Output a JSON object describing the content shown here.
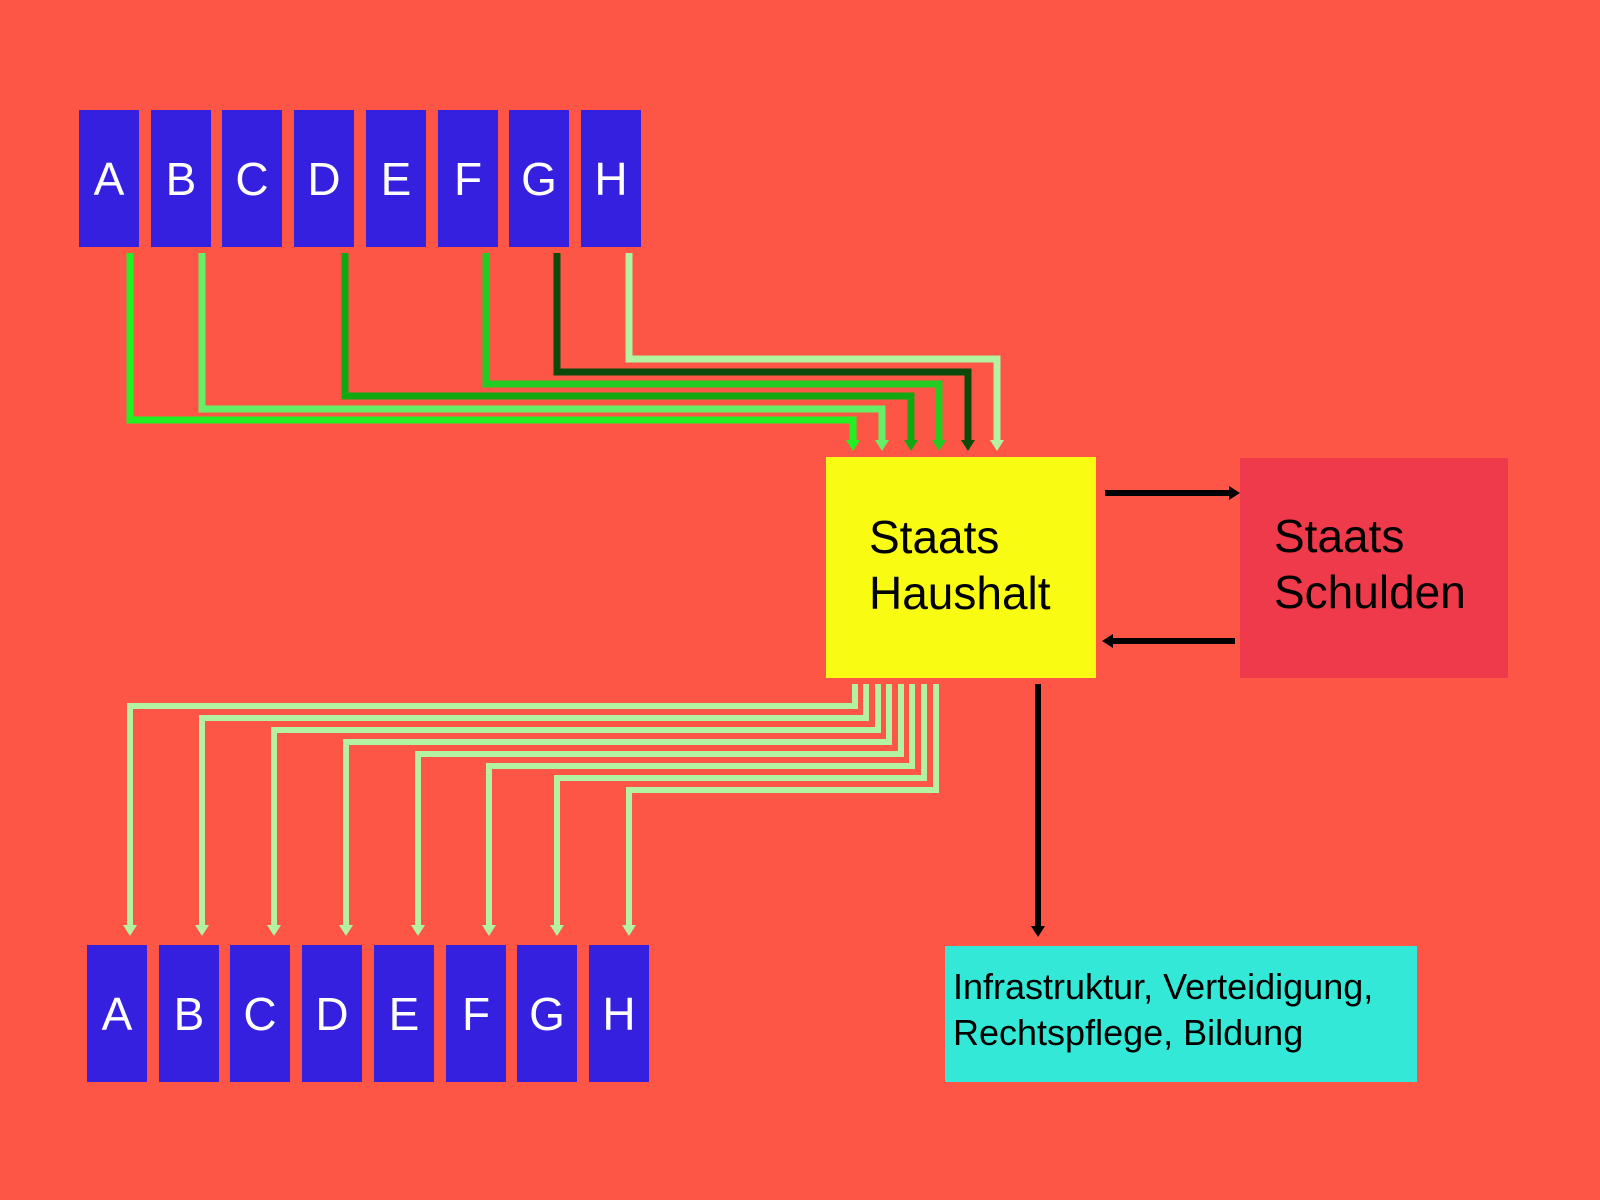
{
  "colors": {
    "background": "#fe5646",
    "letter_box": "#3620e0",
    "letter_text": "#ffffff",
    "haushalt_box": "#fafb12",
    "schulden_box": "#ee3a4a",
    "ausgaben_box": "#33e8d6",
    "flow_a": "#22f022",
    "flow_b": "#66ee66",
    "flow_d": "#12a812",
    "flow_f": "#22cc22",
    "flow_g": "#0c4a0c",
    "flow_h": "#b2f2a0",
    "flow_out": "#b2f2a0",
    "black_arrow": "#000000"
  },
  "top_row": {
    "letters": [
      "A",
      "B",
      "C",
      "D",
      "E",
      "F",
      "G",
      "H"
    ]
  },
  "bottom_row": {
    "letters": [
      "A",
      "B",
      "C",
      "D",
      "E",
      "F",
      "G",
      "H"
    ]
  },
  "haushalt": {
    "line1": "Staats",
    "line2": "Haushalt"
  },
  "schulden": {
    "line1": "Staats",
    "line2": "Schulden"
  },
  "ausgaben": {
    "line1": "Infrastruktur, Verteidigung,",
    "line2": "Rechtspflege, Bildung"
  },
  "flows_in": [
    {
      "from": "A",
      "color_key": "flow_a"
    },
    {
      "from": "B",
      "color_key": "flow_b"
    },
    {
      "from": "D",
      "color_key": "flow_d"
    },
    {
      "from": "F",
      "color_key": "flow_f"
    },
    {
      "from": "G",
      "color_key": "flow_g"
    },
    {
      "from": "H",
      "color_key": "flow_h"
    }
  ],
  "flows_out": [
    {
      "to": "A"
    },
    {
      "to": "B"
    },
    {
      "to": "C"
    },
    {
      "to": "D"
    },
    {
      "to": "E"
    },
    {
      "to": "F"
    },
    {
      "to": "G"
    },
    {
      "to": "H"
    }
  ]
}
